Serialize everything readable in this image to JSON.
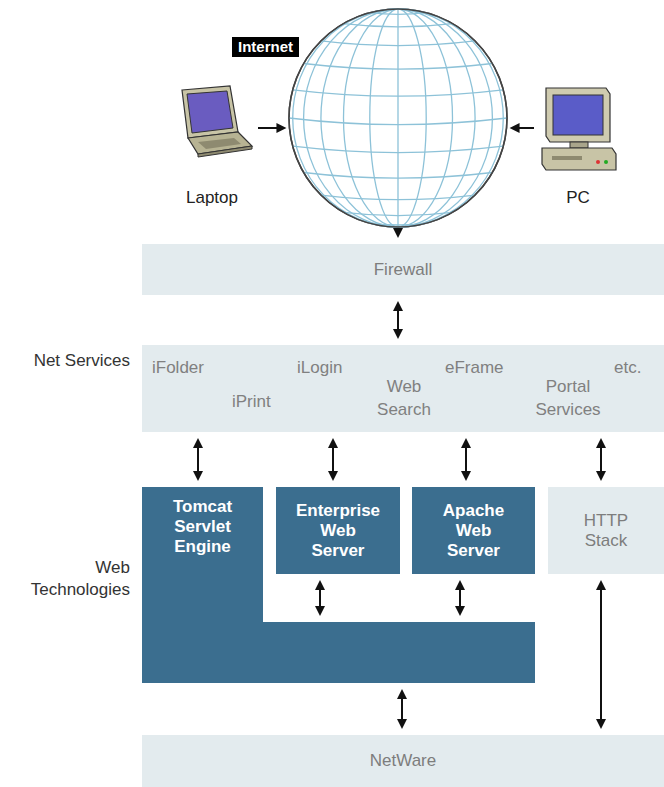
{
  "diagram": {
    "nodes": [
      {
        "text": [
          "Internet"
        ]
      },
      {
        "text": [
          "Laptop"
        ]
      },
      {
        "text": [
          "PC"
        ]
      },
      {
        "text": [
          "Firewall"
        ]
      },
      {
        "text": [
          "Net Services",
          "iFolder",
          "iLogin",
          "eFrame",
          "etc.",
          "iPrint",
          "Web Search",
          "Portal Services"
        ]
      },
      {
        "text": [
          "Tomcat Servlet Engine"
        ]
      },
      {
        "text": [
          "Enterprise Web Server"
        ]
      },
      {
        "text": [
          "Apache Web Server"
        ]
      },
      {
        "text": [
          "HTTP Stack"
        ]
      },
      {
        "text": [
          "NetWare"
        ]
      }
    ],
    "edges": [
      {
        "from": 1,
        "to": 0,
        "arrow": "to"
      },
      {
        "from": 2,
        "to": 0,
        "arrow": "to"
      },
      {
        "from": 0,
        "to": 3,
        "arrow": "to"
      },
      {
        "from": 3,
        "to": 4,
        "arrow": "both"
      },
      {
        "from": 4,
        "to": 5,
        "arrow": "both"
      },
      {
        "from": 4,
        "to": 6,
        "arrow": "both"
      },
      {
        "from": 4,
        "to": 7,
        "arrow": "both"
      },
      {
        "from": 4,
        "to": 8,
        "arrow": "both"
      },
      {
        "from": 6,
        "to": 5,
        "arrow": "both"
      },
      {
        "from": 7,
        "to": 5,
        "arrow": "both"
      },
      {
        "from": 5,
        "to": 9,
        "arrow": "both"
      },
      {
        "from": 8,
        "to": 9,
        "arrow": "both"
      }
    ],
    "labels": [
      "Web Technologies"
    ]
  }
}
